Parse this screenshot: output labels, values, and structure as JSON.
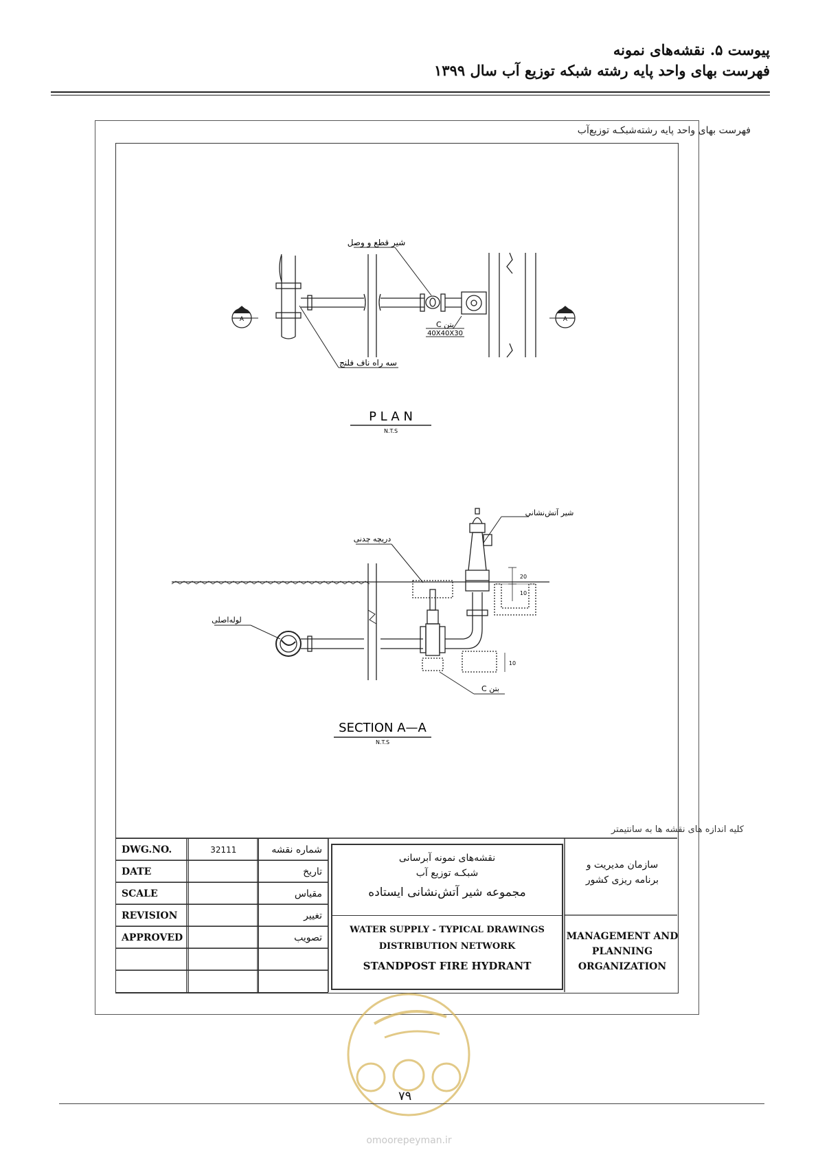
{
  "header": {
    "line1": "پیوست ۵. نقشه‌های نمونه",
    "line2": "فهرست بهای واحد پایه رشته شبکه توزیع آب سال ۱۳۹۹"
  },
  "sheet": {
    "title": "فهرست بهای واحد پایه رشته‌شبکـه توزیع‌آب"
  },
  "plan": {
    "section_marker": "A",
    "label_valve": "شیر قطع و وصل",
    "label_tee": "سه راه ناف فلنج",
    "label_concrete": "بتن C",
    "label_dims": "40X40X30",
    "title": "P L A N",
    "scale": "N.T.S"
  },
  "section": {
    "label_hydrant": "شیر آتش‌نشانی",
    "label_cover": "دریچه چدنی",
    "label_mainpipe": "لوله‌اصلی",
    "label_concrete": "بتن C",
    "dim1": "20",
    "dim2": "10",
    "dim3": "10",
    "title": "SECTION A—A",
    "scale": "N.T.S"
  },
  "units_note": "کلیه اندازه های نقشه ها به سانتیمتر",
  "title_block": {
    "rows": [
      {
        "en": "DWG.NO.",
        "value": "32111",
        "fa": "شماره نقشه"
      },
      {
        "en": "DATE",
        "value": "",
        "fa": "تاریخ"
      },
      {
        "en": "SCALE",
        "value": "",
        "fa": "مقیاس"
      },
      {
        "en": "REVISION",
        "value": "",
        "fa": "تغییر"
      },
      {
        "en": "APPROVED",
        "value": "",
        "fa": "تصویب"
      },
      {
        "en": "",
        "value": "",
        "fa": ""
      },
      {
        "en": "",
        "value": "",
        "fa": ""
      }
    ],
    "fa_line1": "نقشه‌های نمونه آبرسانی",
    "fa_line2": "شبکـه توزیع آب",
    "fa_line3": "مجموعه شیر آتش‌نشانی ایستاده",
    "en_line1": "WATER SUPPLY - TYPICAL DRAWINGS",
    "en_line2": "DISTRIBUTION NETWORK",
    "en_line3": "STANDPOST FIRE HYDRANT",
    "org_fa1": "سازمان مدیریت و",
    "org_fa2": "برنامه ریزی کشور",
    "org_en1": "MANAGEMENT AND",
    "org_en2": "PLANNING",
    "org_en3": "ORGANIZATION"
  },
  "footer": {
    "page_number": "۷۹",
    "website": "omoorepeyman.ir"
  },
  "colors": {
    "ink": "#222222",
    "watermark": "#d9b860"
  }
}
